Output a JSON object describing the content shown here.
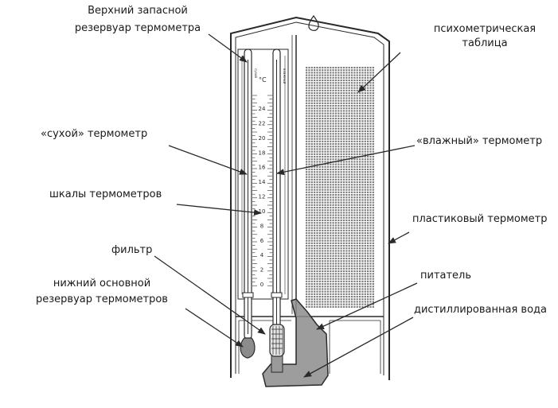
{
  "labels": {
    "top_reservoir": [
      "Верхний запасной",
      "резервуар термометра"
    ],
    "psychrometric_table": [
      "психометрическая",
      "таблица"
    ],
    "dry_thermometer": "«сухой» термометр",
    "wet_thermometer": "«влажный» термометр",
    "scales": "шкалы термометров",
    "plastic_case": "пластиковый термометр",
    "filter": "фильтр",
    "bottom_reservoir": [
      "нижний основной",
      "резервуар термометров"
    ],
    "feeder": "питатель",
    "distilled_water": "дистиллированная вода"
  },
  "scale": {
    "unit": "°C",
    "ticks": [
      "24",
      "22",
      "20",
      "18",
      "16",
      "14",
      "12",
      "10",
      "8",
      "6",
      "4",
      "2",
      "0"
    ],
    "dry_caption": "сухой",
    "wet_caption": "влажный"
  },
  "colors": {
    "line": "#2a2a2a",
    "water": "#8c8c8c",
    "table_dot": "#7a7a7a"
  }
}
